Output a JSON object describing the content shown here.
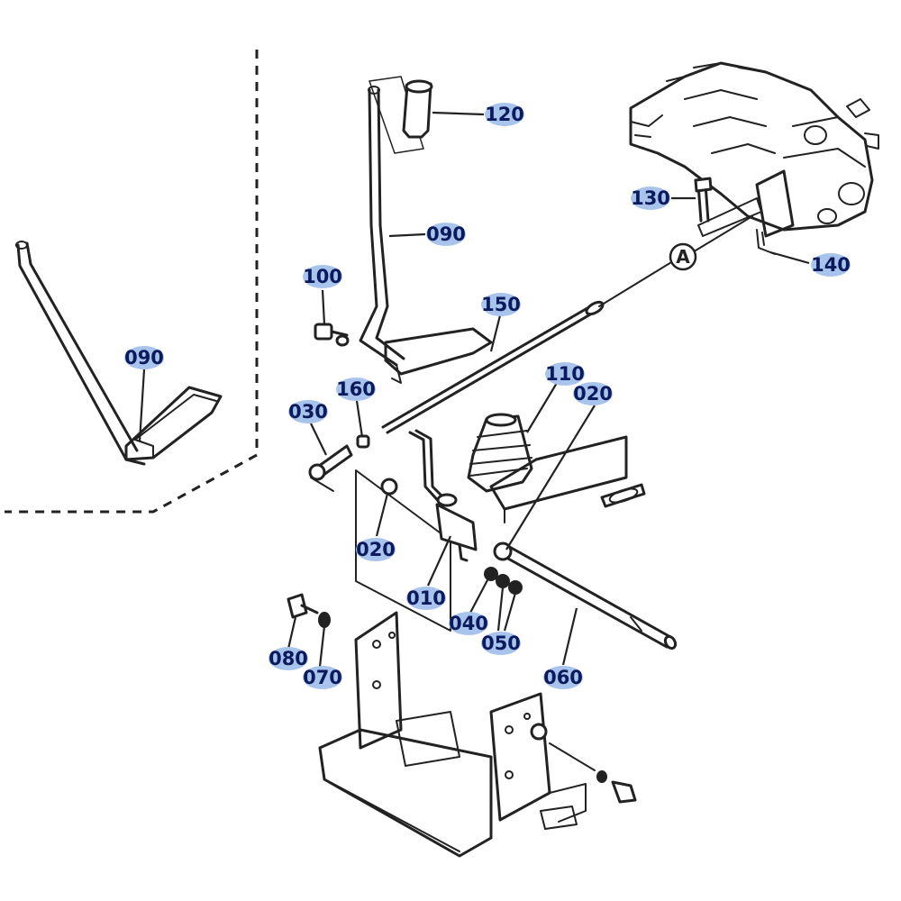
{
  "callouts": {
    "p120": "120",
    "p090_main": "090",
    "p130": "130",
    "p140": "140",
    "p100": "100",
    "p150": "150",
    "p090_inset": "090",
    "p110": "110",
    "p020_right": "020",
    "p160": "160",
    "p030": "030",
    "p020_left": "020",
    "p010": "010",
    "p040": "040",
    "p050": "050",
    "p060": "060",
    "p080": "080",
    "p070": "070"
  },
  "reference_marker": "A",
  "colors": {
    "callout_highlight": "#a9c4ec",
    "callout_text": "#0b1a5c",
    "line": "#222222"
  }
}
